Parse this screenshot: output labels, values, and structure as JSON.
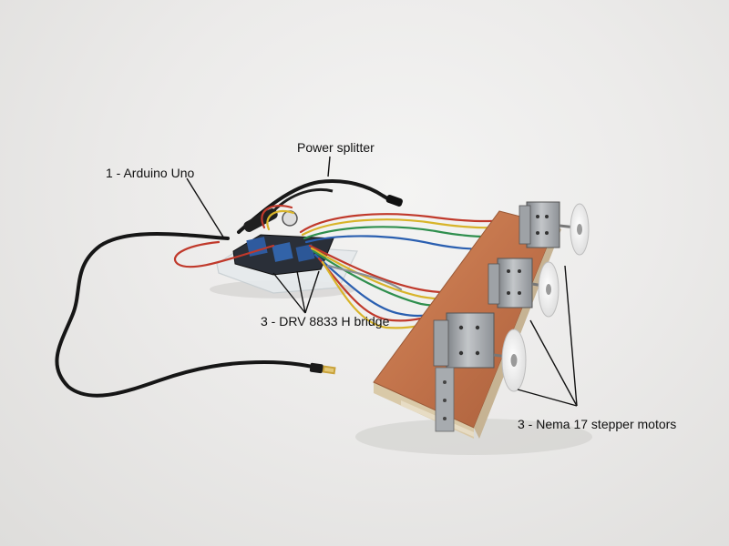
{
  "photo": {
    "subject": "Arduino-driven stepper motor assembly on copper-clad board",
    "colors": {
      "background": "#ecebea",
      "copper": "#c77a4e",
      "cable": "#1a1a1a",
      "wire_red": "#c0392b",
      "wire_yellow": "#d8b42a",
      "wire_green": "#2f8f4e",
      "wire_blue": "#2a5fb0",
      "motor_metal": "#a9acaf",
      "pulley": "#f5f5f5",
      "usb_gold": "#c9a23a"
    }
  },
  "labels": {
    "power_splitter": "Power splitter",
    "arduino": "1 - Arduino Uno",
    "drv": "3 - DRV 8833 H bridge",
    "nema": "3 - Nema 17 stepper motors"
  }
}
